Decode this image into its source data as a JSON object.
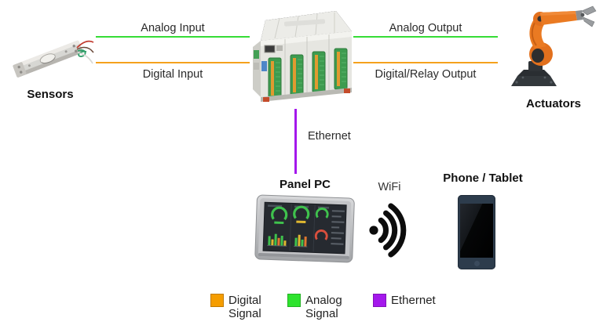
{
  "diagram": {
    "nodes": {
      "sensors": {
        "label": "Sensors"
      },
      "actuators": {
        "label": "Actuators"
      },
      "panel_pc": {
        "label": "Panel PC"
      },
      "wifi": {
        "label": "WiFi"
      },
      "phone_tablet": {
        "label": "Phone / Tablet"
      }
    },
    "connections": {
      "analog_input": {
        "label": "Analog Input",
        "color": "#35DC35"
      },
      "digital_input": {
        "label": "Digital Input",
        "color": "#F5A11C"
      },
      "analog_output": {
        "label": "Analog Output",
        "color": "#35DC35"
      },
      "digital_relay_output": {
        "label": "Digital/Relay Output",
        "color": "#F5A11C"
      },
      "ethernet": {
        "label": "Ethernet",
        "color": "#A418EC"
      }
    },
    "legend": {
      "items": [
        {
          "id": "digital-signal",
          "label": "Digital Signal",
          "color": "#F59D00"
        },
        {
          "id": "analog-signal",
          "label": "Analog Signal",
          "color": "#2EE32E"
        },
        {
          "id": "ethernet",
          "label": "Ethernet",
          "color": "#A418EC"
        }
      ]
    }
  }
}
